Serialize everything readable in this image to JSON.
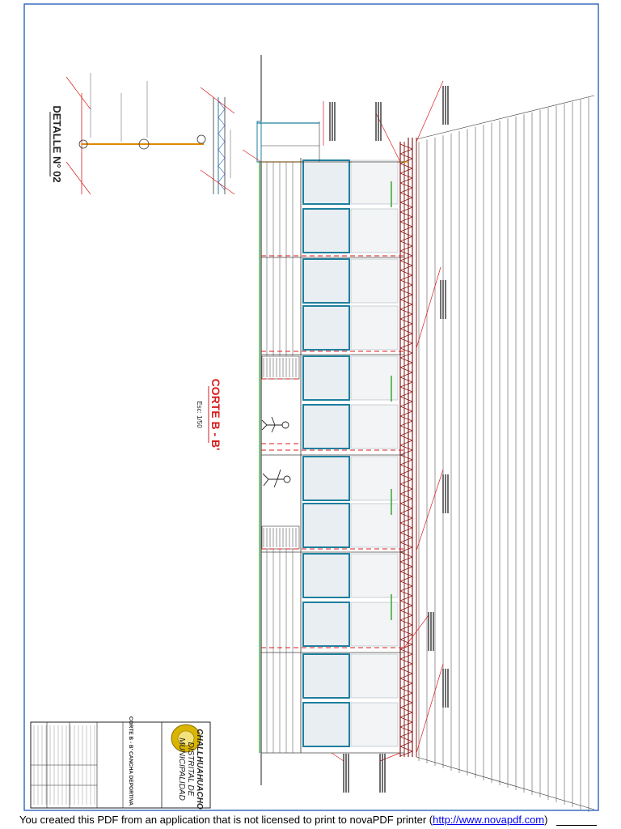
{
  "drawing": {
    "section_title": "CORTE B - B'",
    "section_scale": "Esc: 1/50",
    "detail_title": "DETALLE N° 02"
  },
  "title_block": {
    "institution_line1": "MUNICIPALIDAD",
    "institution_line2": "DISTRITAL DE",
    "institution_line3": "CHALLHUAHUACHO",
    "sheet_title": "CORTE B - B' CANCHA DEPORTIVA"
  },
  "footer": {
    "prefix": "You created this PDF from an application that is not licensed to print to novaPDF printer (",
    "link_text": "http://www.novapdf.com",
    "suffix": ")"
  },
  "colors": {
    "frame": "#1d56b8",
    "structure": "#8b1a1a",
    "panel": "#1f7f9e",
    "annotation": "#d61d1d",
    "orange": "#e08a00",
    "green": "#2aa02a",
    "seal": "#d9b400"
  }
}
